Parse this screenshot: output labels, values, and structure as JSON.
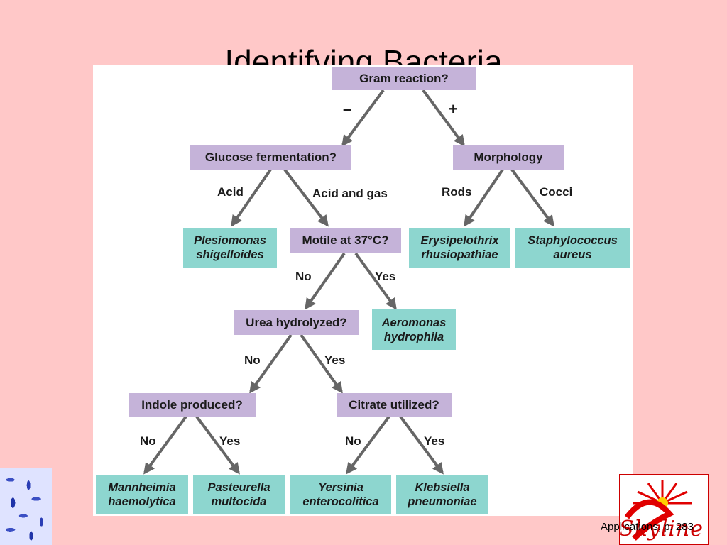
{
  "slide": {
    "title": "Identifying Bacteria",
    "footer": "Applications, p. 283"
  },
  "logo": {
    "text": "Skyline"
  },
  "flowchart": {
    "questions": {
      "gram": "Gram reaction?",
      "glucose": "Glucose fermentation?",
      "morphology": "Morphology",
      "motile": "Motile at 37°C?",
      "urea": "Urea hydrolyzed?",
      "indole": "Indole produced?",
      "citrate": "Citrate utilized?"
    },
    "results": {
      "plesiomonas": [
        "Plesiomonas",
        "shigelloides"
      ],
      "erysipelothrix": [
        "Erysipelothrix",
        "rhusiopathiae"
      ],
      "staphylococcus": [
        "Staphylococcus",
        "aureus"
      ],
      "aeromonas": [
        "Aeromonas",
        "hydrophila"
      ],
      "mannheimia": [
        "Mannheimia",
        "haemolytica"
      ],
      "pasteurella": [
        "Pasteurella",
        "multocida"
      ],
      "yersinia": [
        "Yersinia",
        "enterocolitica"
      ],
      "klebsiella": [
        "Klebsiella",
        "pneumoniae"
      ]
    },
    "branches": {
      "gram_neg": "–",
      "gram_pos": "+",
      "acid": "Acid",
      "acid_gas": "Acid and gas",
      "rods": "Rods",
      "cocci": "Cocci",
      "motile_no": "No",
      "motile_yes": "Yes",
      "urea_no": "No",
      "urea_yes": "Yes",
      "indole_no": "No",
      "indole_yes": "Yes",
      "citrate_no": "No",
      "citrate_yes": "Yes"
    },
    "colors": {
      "question_box": "#c5b3d9",
      "result_box": "#8dd6cf",
      "arrow": "#666666",
      "background": "#ffc8c8"
    }
  }
}
